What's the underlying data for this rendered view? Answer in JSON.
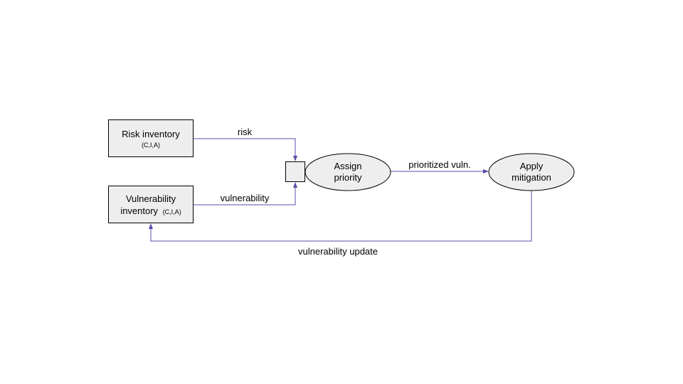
{
  "colors": {
    "connector": "#5b4ba8",
    "node_fill": "#eeeeee",
    "node_border": "#000000",
    "text": "#000000"
  },
  "nodes": {
    "risk_inventory": {
      "title": "Risk inventory",
      "subtitle": "(C,I,A)"
    },
    "vulnerability_inventory": {
      "title_line1": "Vulnerability",
      "title_line2": "inventory",
      "subtitle": "(C,I,A)"
    },
    "junction": {
      "title": ""
    },
    "assign_priority": {
      "line1": "Assign",
      "line2": "priority"
    },
    "apply_mitigation": {
      "line1": "Apply",
      "line2": "mitigation"
    }
  },
  "edges": {
    "risk": "risk",
    "vulnerability": "vulnerability",
    "prioritized": "prioritized vuln.",
    "update": "vulnerability update"
  }
}
